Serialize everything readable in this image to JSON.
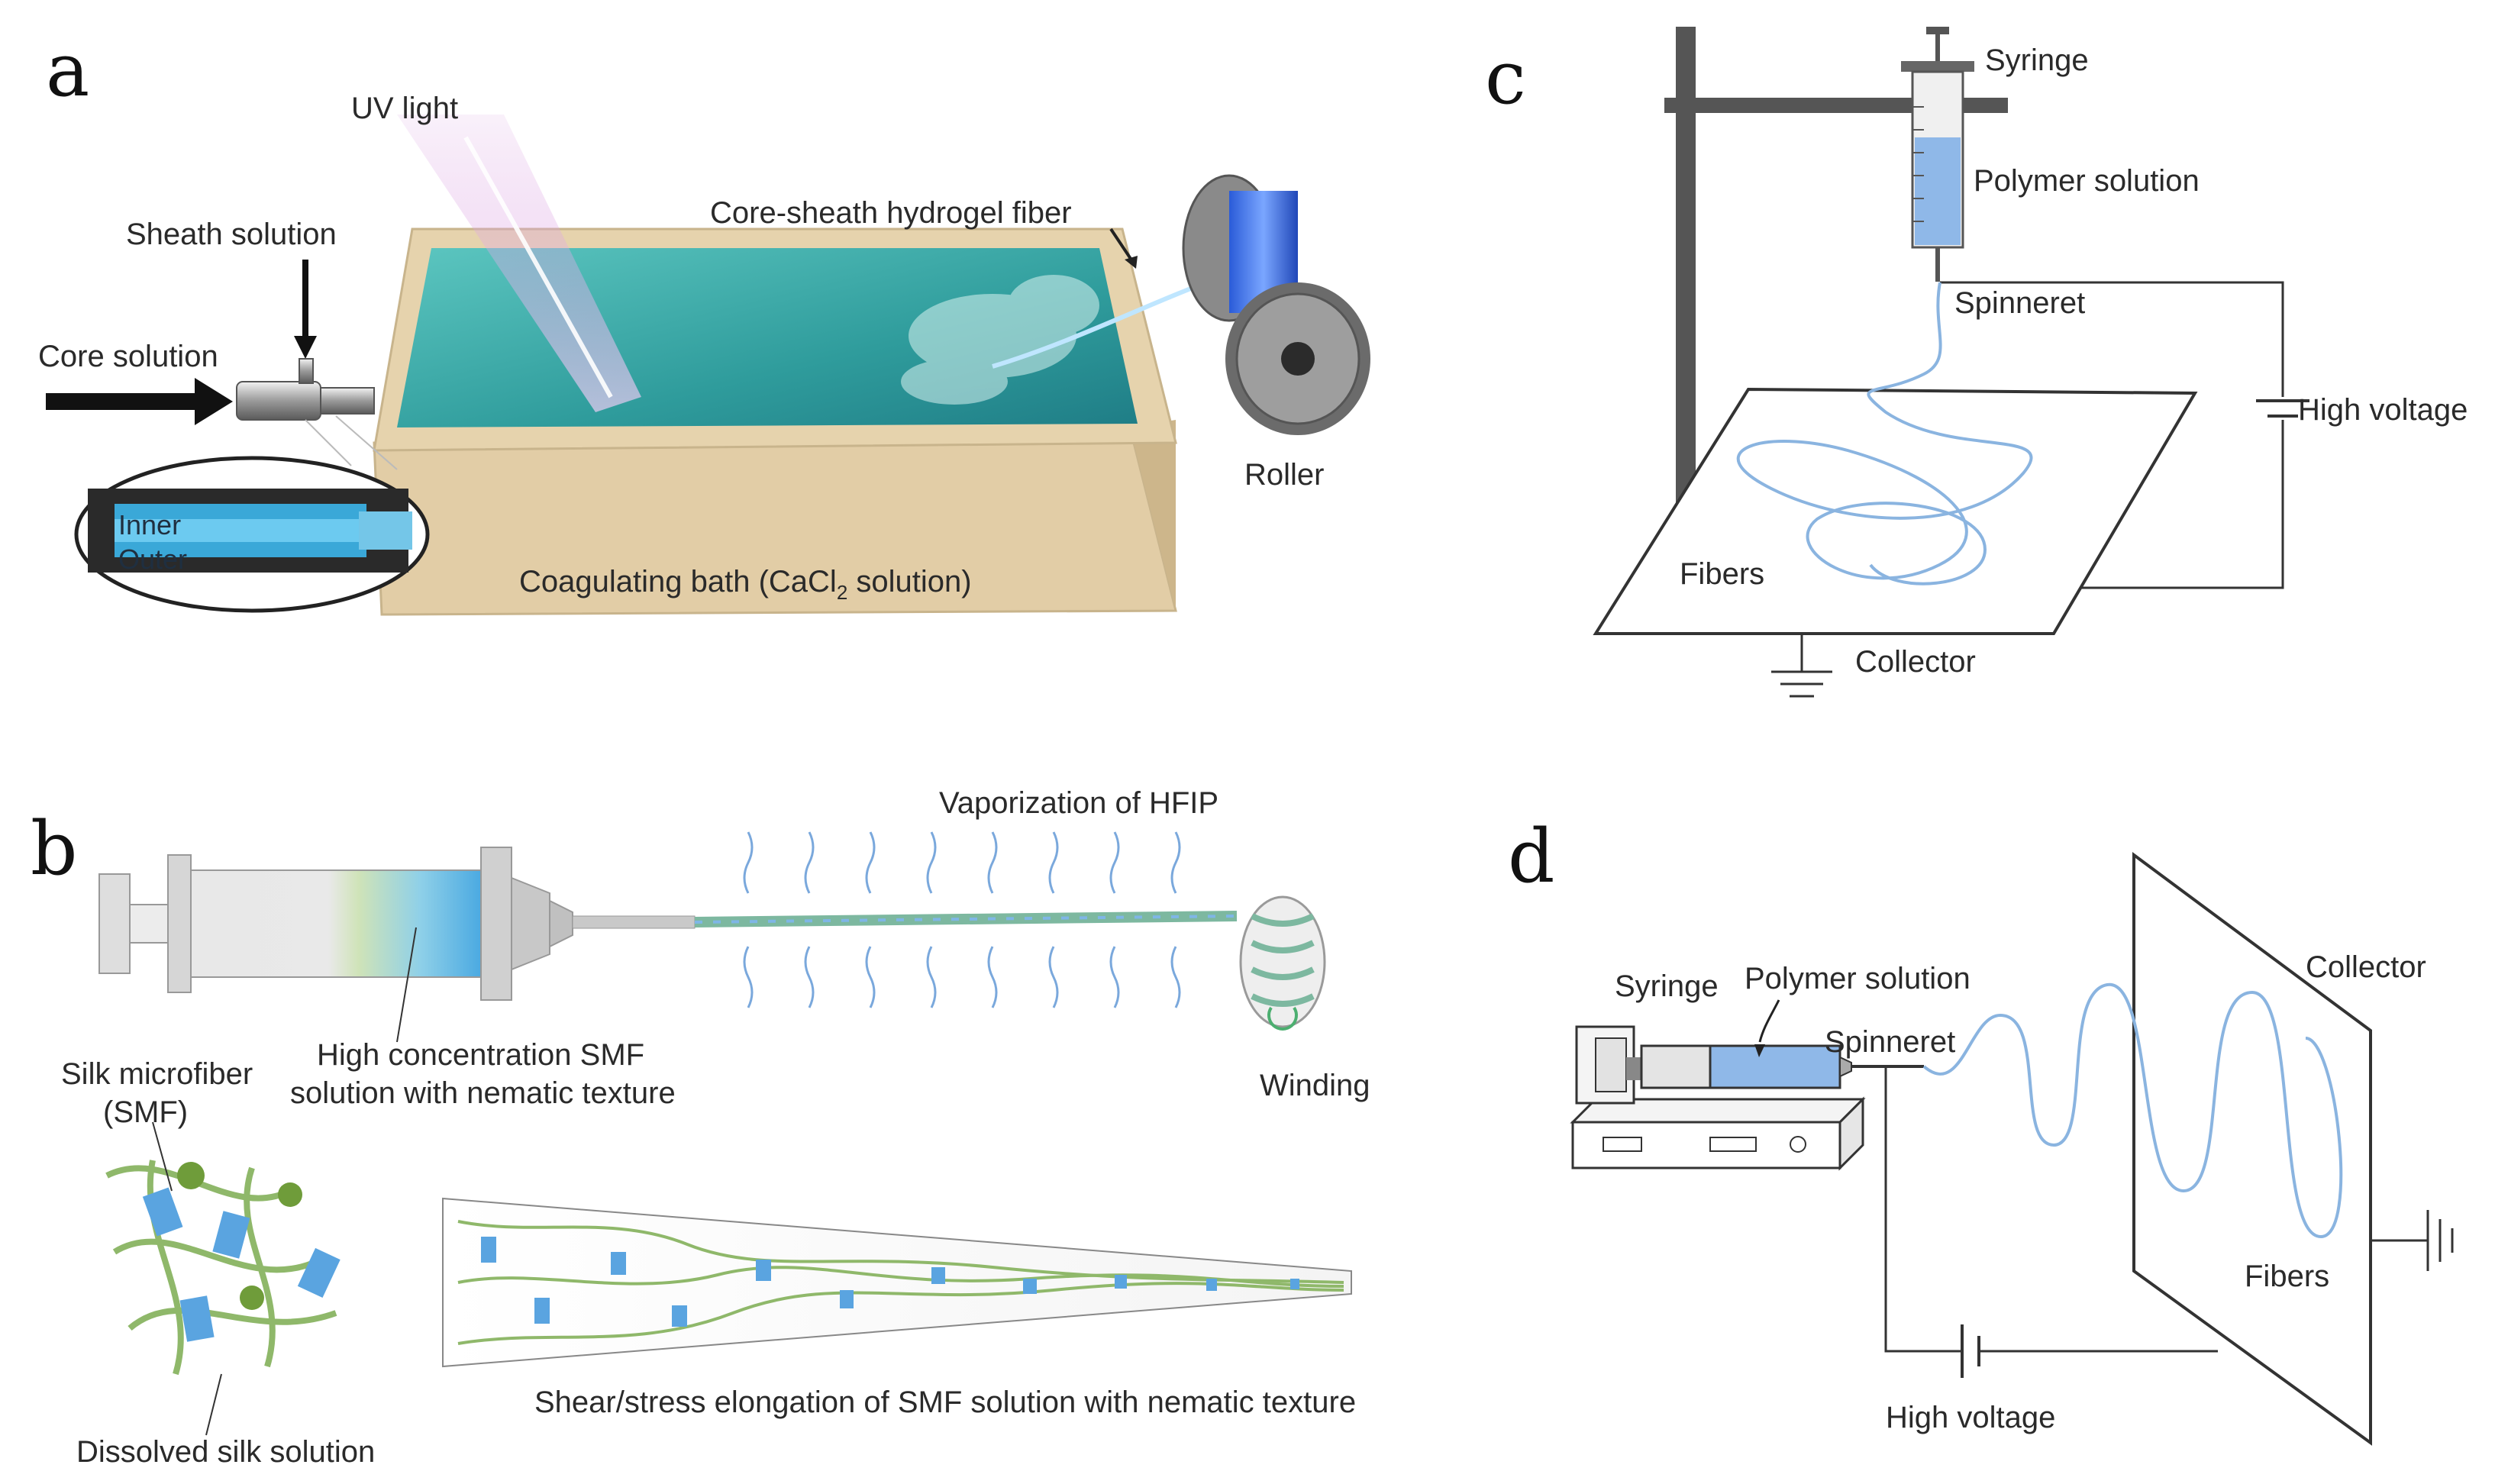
{
  "panels": {
    "a": {
      "letter": "a",
      "uv_light": "UV light",
      "sheath_solution": "Sheath solution",
      "core_solution": "Core solution",
      "core_sheath_fiber": "Core-sheath hydrogel fiber",
      "roller": "Roller",
      "inner": "Inner",
      "outer": "Outer",
      "bath_prefix": "Coagulating bath (CaCl",
      "bath_sub": "2",
      "bath_suffix": " solution)"
    },
    "b": {
      "letter": "b",
      "vaporization": "Vaporization of HFIP",
      "high_conc_line1": "High concentration SMF",
      "high_conc_line2": "solution with nematic texture",
      "winding": "Winding",
      "silk_line1": "Silk microfiber",
      "silk_line2": "(SMF)",
      "dissolved": "Dissolved silk solution",
      "shear": "Shear/stress elongation of SMF solution with nematic texture"
    },
    "c": {
      "letter": "c",
      "syringe": "Syringe",
      "polymer_solution": "Polymer solution",
      "spinneret": "Spinneret",
      "high_voltage": "High voltage",
      "fibers": "Fibers",
      "collector": "Collector"
    },
    "d": {
      "letter": "d",
      "syringe": "Syringe",
      "polymer_solution": "Polymer solution",
      "spinneret": "Spinneret",
      "collector": "Collector",
      "fibers": "Fibers",
      "high_voltage": "High voltage"
    }
  },
  "colors": {
    "water": "#3aa8a8",
    "box": "#e6d2ad",
    "fiber_blue": "#8ab4e0",
    "solution_blue": "#8fb8e8",
    "silk_green": "#8fb86a",
    "dark": "#333333"
  }
}
